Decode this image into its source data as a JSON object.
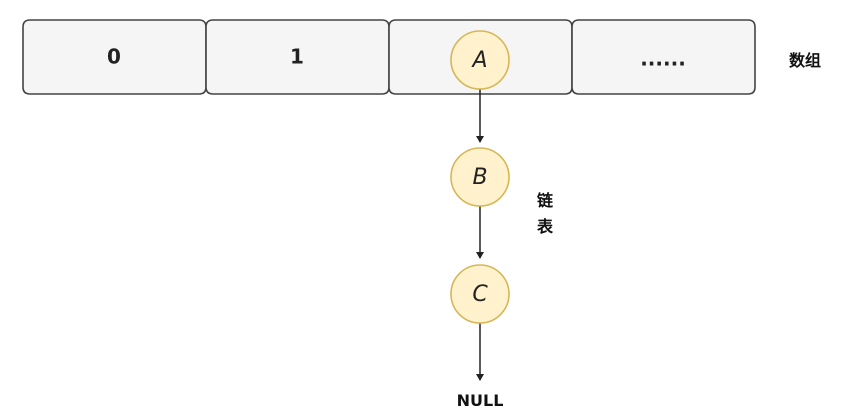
{
  "array": {
    "cells": [
      "0",
      "1",
      "",
      "......"
    ],
    "label": "数组"
  },
  "list": {
    "nodes": [
      "A",
      "B",
      "C"
    ],
    "label_line1": "链",
    "label_line2": "表",
    "terminator": "NULL"
  },
  "colors": {
    "cell_fill": "#f5f5f5",
    "cell_stroke": "#444444",
    "node_fill": "#fff2cc",
    "node_stroke": "#d6b656",
    "arrow": "#222222"
  }
}
